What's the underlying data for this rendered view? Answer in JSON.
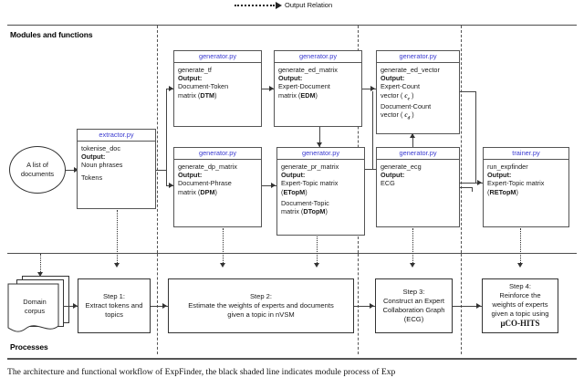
{
  "legend": {
    "label": "Output Relation",
    "icon": "dotted-arrow-icon"
  },
  "sections": {
    "modules_label": "Modules and functions",
    "processes_label": "Processes"
  },
  "input_node": {
    "label_line1": "A list of",
    "label_line2": "documents"
  },
  "corpus": {
    "label_line1": "Domain",
    "label_line2": "corpus"
  },
  "modules": [
    {
      "id": "extractor",
      "file": "extractor.py",
      "fn": "tokenise_doc",
      "output_label": "Output:",
      "outputs": [
        "Noun phrases",
        "Tokens"
      ]
    },
    {
      "id": "generate-tf",
      "file": "generator.py",
      "fn": "generate_tf",
      "output_label": "Output:",
      "outputs": [
        "Document-Token",
        "matrix (DTM)"
      ],
      "sym": "DTM"
    },
    {
      "id": "generate-dp-matrix",
      "file": "generator.py",
      "fn": "generate_dp_matrix",
      "output_label": "Output:",
      "outputs": [
        "Document-Phrase",
        "matrix (DPM)"
      ],
      "sym": "DPM"
    },
    {
      "id": "generate-ed-matrix",
      "file": "generator.py",
      "fn": "generate_ed_matrix",
      "output_label": "Output:",
      "outputs": [
        "Expert-Document",
        "matrix (EDM)"
      ],
      "sym": "EDM"
    },
    {
      "id": "generate-pr-matrix",
      "file": "generator.py",
      "fn": "generate_pr_matrix",
      "output_label": "Output:",
      "outputs": [
        "Expert-Topic matrix",
        "(ETopM)",
        "Document-Topic",
        "matrix (DTopM)"
      ],
      "sym": "ETopM / DTopM"
    },
    {
      "id": "generate-ed-vector",
      "file": "generator.py",
      "fn": "generate_ed_vector",
      "output_label": "Output:",
      "outputs": [
        "Expert-Count",
        "vector ( c_e )",
        "Document-Count",
        "vector ( c_d )"
      ],
      "sym": "c_e, c_d"
    },
    {
      "id": "generate-ecg",
      "file": "generator.py",
      "fn": "generate_ecg",
      "output_label": "Output:",
      "outputs": [
        "ECG"
      ],
      "sym": "ECG"
    },
    {
      "id": "run-expfinder",
      "file": "trainer.py",
      "fn": "run_expfinder",
      "output_label": "Output:",
      "outputs": [
        "Expert-Topic matrix",
        "(RETopM)"
      ],
      "sym": "RETopM"
    }
  ],
  "processes": [
    {
      "id": "step-1",
      "title": "Step 1:",
      "lines": [
        "Extract tokens and",
        "topics"
      ]
    },
    {
      "id": "step-2",
      "title": "Step 2:",
      "lines": [
        "Estimate the weights of experts and documents",
        "given a topic in nVSM"
      ]
    },
    {
      "id": "step-3",
      "title": "Step 3:",
      "lines": [
        "Construct an Expert",
        "Collaboration Graph",
        "(ECG)"
      ]
    },
    {
      "id": "step-4",
      "title": "Step 4:",
      "lines": [
        "Reinforce the",
        "weights of experts",
        "given a topic using",
        "μCO-HITS"
      ]
    }
  ],
  "caption": "The architecture and functional workflow of ExpFinder, the black shaded line indicates module process of Exp",
  "colors": {
    "module_title": "#3b3bd0",
    "line": "#444444",
    "border": "#555555"
  }
}
